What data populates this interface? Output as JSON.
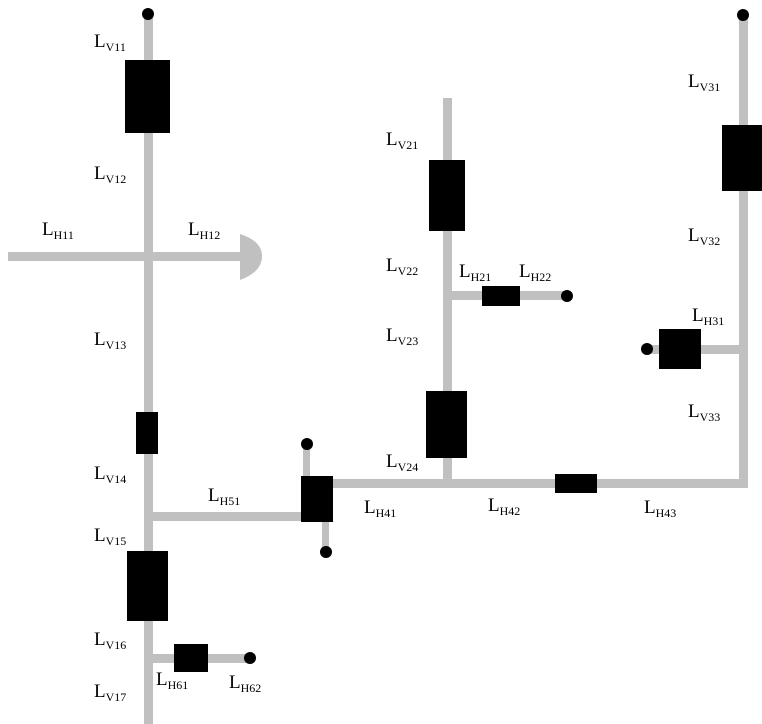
{
  "colors": {
    "pipe": "#c0c0c0",
    "block": "#000000",
    "terminal": "#000000",
    "label": "#000000",
    "background": "#ffffff"
  },
  "labels": {
    "v11": {
      "base": "L",
      "sub": "V11"
    },
    "v12": {
      "base": "L",
      "sub": "V12"
    },
    "v13": {
      "base": "L",
      "sub": "V13"
    },
    "v14": {
      "base": "L",
      "sub": "V14"
    },
    "v15": {
      "base": "L",
      "sub": "V15"
    },
    "v16": {
      "base": "L",
      "sub": "V16"
    },
    "v17": {
      "base": "L",
      "sub": "V17"
    },
    "h11": {
      "base": "L",
      "sub": "H11"
    },
    "h12": {
      "base": "L",
      "sub": "H12"
    },
    "v21": {
      "base": "L",
      "sub": "V21"
    },
    "v22": {
      "base": "L",
      "sub": "V22"
    },
    "v23": {
      "base": "L",
      "sub": "V23"
    },
    "v24": {
      "base": "L",
      "sub": "V24"
    },
    "h21": {
      "base": "L",
      "sub": "H21"
    },
    "h22": {
      "base": "L",
      "sub": "H22"
    },
    "v31": {
      "base": "L",
      "sub": "V31"
    },
    "v32": {
      "base": "L",
      "sub": "V32"
    },
    "v33": {
      "base": "L",
      "sub": "V33"
    },
    "h31": {
      "base": "L",
      "sub": "H31"
    },
    "h41": {
      "base": "L",
      "sub": "H41"
    },
    "h42": {
      "base": "L",
      "sub": "H42"
    },
    "h43": {
      "base": "L",
      "sub": "H43"
    },
    "h51": {
      "base": "L",
      "sub": "H51"
    },
    "h61": {
      "base": "L",
      "sub": "H61"
    },
    "h62": {
      "base": "L",
      "sub": "H62"
    }
  }
}
